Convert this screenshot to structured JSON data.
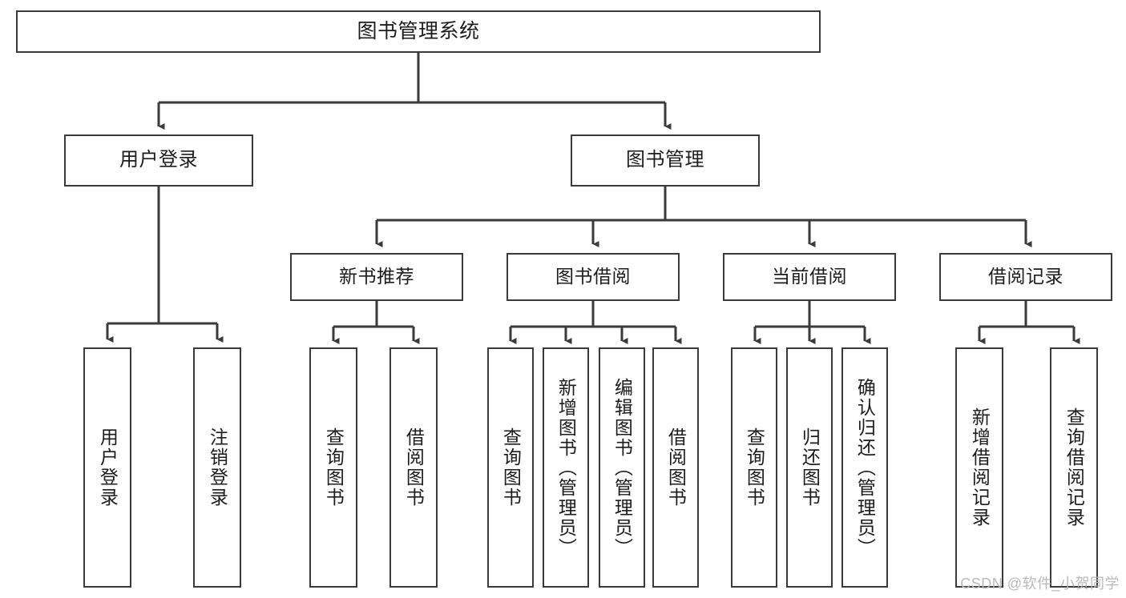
{
  "diagram": {
    "title": "图书管理系统",
    "type": "tree-hierarchy-diagram",
    "colors": {
      "box_border": "#3a3a3a",
      "box_fill": "#ffffff",
      "connector": "#3a3a3a",
      "text": "#1c1c1c",
      "watermark": "#b9b9b9"
    },
    "root": {
      "label": "图书管理系统"
    },
    "level2": [
      {
        "label": "用户登录"
      },
      {
        "label": "图书管理"
      }
    ],
    "level3": [
      {
        "label": "新书推荐"
      },
      {
        "label": "图书借阅"
      },
      {
        "label": "当前借阅"
      },
      {
        "label": "借阅记录"
      }
    ],
    "leaves": {
      "user_login": [
        {
          "label": "用户登录"
        },
        {
          "label": "注销登录"
        }
      ],
      "new_book_recommend": [
        {
          "label": "查询图书"
        },
        {
          "label": "借阅图书"
        }
      ],
      "book_borrow": [
        {
          "label": "查询图书"
        },
        {
          "label": "新增图书（管理员）"
        },
        {
          "label": "编辑图书（管理员）"
        },
        {
          "label": "借阅图书"
        }
      ],
      "current_borrow": [
        {
          "label": "查询图书"
        },
        {
          "label": "归还图书"
        },
        {
          "label": "确认归还（管理员）"
        }
      ],
      "borrow_record": [
        {
          "label": "新增借阅记录"
        },
        {
          "label": "查询借阅记录"
        }
      ]
    }
  },
  "watermark": {
    "text": "CSDN @软件_小贺同学"
  }
}
